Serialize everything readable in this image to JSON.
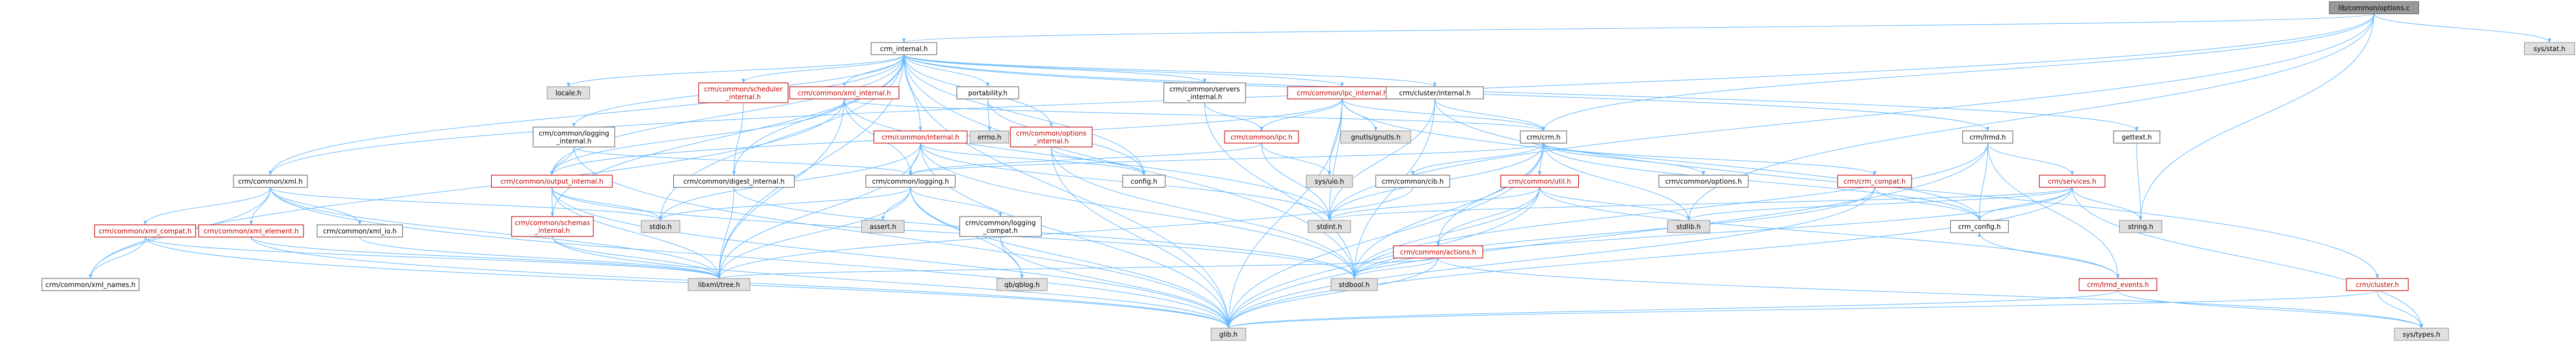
{
  "graph": {
    "title": "lib/common/options.c",
    "colors": {
      "root_fill": "#999999",
      "root_border": "#666666",
      "node_fill": "#ffffff",
      "node_border": "#666666",
      "system_fill": "#e0e0e0",
      "system_border": "#999999",
      "node_text": "#000000",
      "highlight_text": "#c80000",
      "highlight_border": "#c80000",
      "edge": "#63b8ff"
    },
    "nodes": [
      {
        "id": "root",
        "lines": [
          "lib/common/options.c"
        ],
        "style": "root"
      },
      {
        "id": "crm_internal",
        "lines": [
          "crm_internal.h"
        ],
        "style": "normal"
      },
      {
        "id": "sys_stat",
        "lines": [
          "sys/stat.h"
        ],
        "style": "system"
      },
      {
        "id": "locale",
        "lines": [
          "locale.h"
        ],
        "style": "system"
      },
      {
        "id": "scheduler_internal",
        "lines": [
          "crm/common/scheduler",
          "_internal.h"
        ],
        "style": "highlight"
      },
      {
        "id": "xml_internal",
        "lines": [
          "crm/common/xml_internal.h"
        ],
        "style": "highlight"
      },
      {
        "id": "portability",
        "lines": [
          "portability.h"
        ],
        "style": "normal"
      },
      {
        "id": "servers_internal",
        "lines": [
          "crm/common/servers",
          "_internal.h"
        ],
        "style": "normal"
      },
      {
        "id": "ipc_internal",
        "lines": [
          "crm/common/ipc_internal.h"
        ],
        "style": "highlight"
      },
      {
        "id": "cluster_internal",
        "lines": [
          "crm/cluster/internal.h"
        ],
        "style": "normal"
      },
      {
        "id": "logging_internal",
        "lines": [
          "crm/common/logging",
          "_internal.h"
        ],
        "style": "normal"
      },
      {
        "id": "common_internal",
        "lines": [
          "crm/common/internal.h"
        ],
        "style": "highlight"
      },
      {
        "id": "options_internal",
        "lines": [
          "crm/common/options",
          "_internal.h"
        ],
        "style": "highlight"
      },
      {
        "id": "errno",
        "lines": [
          "errno.h"
        ],
        "style": "system"
      },
      {
        "id": "gnutls",
        "lines": [
          "gnutls/gnutls.h"
        ],
        "style": "system"
      },
      {
        "id": "crm_common_ipc",
        "lines": [
          "crm/common/ipc.h"
        ],
        "style": "highlight"
      },
      {
        "id": "crm_h",
        "lines": [
          "crm/crm.h"
        ],
        "style": "normal"
      },
      {
        "id": "lrmd_h",
        "lines": [
          "crm/lrmd.h"
        ],
        "style": "normal"
      },
      {
        "id": "gettext",
        "lines": [
          "gettext.h"
        ],
        "style": "normal"
      },
      {
        "id": "common_xml",
        "lines": [
          "crm/common/xml.h"
        ],
        "style": "normal"
      },
      {
        "id": "output_internal",
        "lines": [
          "crm/common/output_internal.h"
        ],
        "style": "highlight"
      },
      {
        "id": "digest_internal",
        "lines": [
          "crm/common/digest_internal.h"
        ],
        "style": "normal"
      },
      {
        "id": "logging_h",
        "lines": [
          "crm/common/logging.h"
        ],
        "style": "normal"
      },
      {
        "id": "config_h",
        "lines": [
          "config.h"
        ],
        "style": "normal"
      },
      {
        "id": "sys_uio",
        "lines": [
          "sys/uio.h"
        ],
        "style": "system"
      },
      {
        "id": "cib_h",
        "lines": [
          "crm/common/cib.h"
        ],
        "style": "normal"
      },
      {
        "id": "util_h",
        "lines": [
          "crm/common/util.h"
        ],
        "style": "highlight"
      },
      {
        "id": "options_h",
        "lines": [
          "crm/common/options.h"
        ],
        "style": "normal"
      },
      {
        "id": "crm_compat",
        "lines": [
          "crm/crm_compat.h"
        ],
        "style": "highlight"
      },
      {
        "id": "services_h",
        "lines": [
          "crm/services.h"
        ],
        "style": "highlight"
      },
      {
        "id": "cluster_h",
        "lines": [
          "crm/cluster.h"
        ],
        "style": "highlight"
      },
      {
        "id": "xml_compat",
        "lines": [
          "crm/common/xml_compat.h"
        ],
        "style": "highlight"
      },
      {
        "id": "xml_element",
        "lines": [
          "crm/common/xml_element.h"
        ],
        "style": "highlight"
      },
      {
        "id": "xml_io",
        "lines": [
          "crm/common/xml_io.h"
        ],
        "style": "normal"
      },
      {
        "id": "schemas_internal",
        "lines": [
          "crm/common/schemas",
          "_internal.h"
        ],
        "style": "highlight"
      },
      {
        "id": "stdio_h",
        "lines": [
          "stdio.h"
        ],
        "style": "system"
      },
      {
        "id": "assert_h",
        "lines": [
          "assert.h"
        ],
        "style": "system"
      },
      {
        "id": "logging_compat",
        "lines": [
          "crm/common/logging",
          "_compat.h"
        ],
        "style": "normal"
      },
      {
        "id": "stdint_h",
        "lines": [
          "stdint.h"
        ],
        "style": "system"
      },
      {
        "id": "actions_h",
        "lines": [
          "crm/common/actions.h"
        ],
        "style": "highlight"
      },
      {
        "id": "stdlib_h",
        "lines": [
          "stdlib.h"
        ],
        "style": "system"
      },
      {
        "id": "crm_config",
        "lines": [
          "crm_config.h"
        ],
        "style": "normal"
      },
      {
        "id": "string_h",
        "lines": [
          "string.h"
        ],
        "style": "system"
      },
      {
        "id": "xml_names",
        "lines": [
          "crm/common/xml_names.h"
        ],
        "style": "normal"
      },
      {
        "id": "libxml_tree",
        "lines": [
          "libxml/tree.h"
        ],
        "style": "system"
      },
      {
        "id": "qblog",
        "lines": [
          "qb/qblog.h"
        ],
        "style": "system"
      },
      {
        "id": "stdbool",
        "lines": [
          "stdbool.h"
        ],
        "style": "system"
      },
      {
        "id": "lrmd_events",
        "lines": [
          "crm/lrmd_events.h"
        ],
        "style": "highlight"
      },
      {
        "id": "glib_h",
        "lines": [
          "glib.h"
        ],
        "style": "system"
      },
      {
        "id": "sys_types",
        "lines": [
          "sys/types.h"
        ],
        "style": "system"
      }
    ],
    "edges": [
      [
        "root",
        "crm_internal"
      ],
      [
        "root",
        "sys_stat"
      ],
      [
        "root",
        "common_xml"
      ],
      [
        "root",
        "crm_h"
      ],
      [
        "root",
        "stdint_h"
      ],
      [
        "root",
        "string_h"
      ],
      [
        "root",
        "stdlib_h"
      ],
      [
        "crm_internal",
        "locale"
      ],
      [
        "crm_internal",
        "scheduler_internal"
      ],
      [
        "crm_internal",
        "xml_internal"
      ],
      [
        "crm_internal",
        "portability"
      ],
      [
        "crm_internal",
        "servers_internal"
      ],
      [
        "crm_internal",
        "ipc_internal"
      ],
      [
        "crm_internal",
        "cluster_internal"
      ],
      [
        "crm_internal",
        "logging_internal"
      ],
      [
        "crm_internal",
        "common_internal"
      ],
      [
        "crm_internal",
        "options_internal"
      ],
      [
        "crm_internal",
        "output_internal"
      ],
      [
        "crm_internal",
        "digest_internal"
      ],
      [
        "crm_internal",
        "config_h"
      ],
      [
        "crm_internal",
        "gettext"
      ],
      [
        "crm_internal",
        "glib_h"
      ],
      [
        "crm_internal",
        "libxml_tree"
      ],
      [
        "crm_internal",
        "stdio_h"
      ],
      [
        "crm_internal",
        "stdbool"
      ],
      [
        "crm_internal",
        "schemas_internal"
      ],
      [
        "crm_internal",
        "lrmd_h"
      ],
      [
        "crm_internal",
        "common_xml"
      ],
      [
        "scheduler_internal",
        "digest_internal"
      ],
      [
        "xml_internal",
        "xml_names"
      ],
      [
        "xml_internal",
        "output_internal"
      ],
      [
        "xml_internal",
        "logging_h"
      ],
      [
        "xml_internal",
        "libxml_tree"
      ],
      [
        "xml_internal",
        "stdint_h"
      ],
      [
        "xml_internal",
        "crm_h"
      ],
      [
        "portability",
        "errno"
      ],
      [
        "portability",
        "config_h"
      ],
      [
        "servers_internal",
        "crm_common_ipc"
      ],
      [
        "servers_internal",
        "stdbool"
      ],
      [
        "ipc_internal",
        "crm_common_ipc"
      ],
      [
        "ipc_internal",
        "gnutls"
      ],
      [
        "ipc_internal",
        "sys_uio"
      ],
      [
        "ipc_internal",
        "stdint_h"
      ],
      [
        "ipc_internal",
        "glib_h"
      ],
      [
        "ipc_internal",
        "crm_h"
      ],
      [
        "ipc_internal",
        "crm_config"
      ],
      [
        "ipc_internal",
        "output_internal"
      ],
      [
        "cluster_internal",
        "crm_h"
      ],
      [
        "cluster_internal",
        "cluster_h"
      ],
      [
        "cluster_internal",
        "stdint_h"
      ],
      [
        "cluster_internal",
        "stdbool"
      ],
      [
        "logging_internal",
        "output_internal"
      ],
      [
        "logging_internal",
        "glib_h"
      ],
      [
        "logging_internal",
        "logging_h"
      ],
      [
        "common_internal",
        "logging_h"
      ],
      [
        "common_internal",
        "libxml_tree"
      ],
      [
        "common_internal",
        "stdio_h"
      ],
      [
        "common_internal",
        "glib_h"
      ],
      [
        "common_internal",
        "stdbool"
      ],
      [
        "common_internal",
        "stdint_h"
      ],
      [
        "common_internal",
        "config_h"
      ],
      [
        "options_internal",
        "glib_h"
      ],
      [
        "options_internal",
        "stdbool"
      ],
      [
        "options_internal",
        "config_h"
      ],
      [
        "crm_common_ipc",
        "sys_uio"
      ],
      [
        "crm_common_ipc",
        "stdint_h"
      ],
      [
        "crm_common_ipc",
        "logging_h"
      ],
      [
        "crm_h",
        "cib_h"
      ],
      [
        "crm_h",
        "util_h"
      ],
      [
        "crm_h",
        "options_h"
      ],
      [
        "crm_h",
        "crm_compat"
      ],
      [
        "crm_h",
        "actions_h"
      ],
      [
        "crm_h",
        "stdint_h"
      ],
      [
        "crm_h",
        "stdbool"
      ],
      [
        "crm_h",
        "glib_h"
      ],
      [
        "crm_h",
        "crm_config"
      ],
      [
        "crm_h",
        "logging_h"
      ],
      [
        "crm_h",
        "stdlib_h"
      ],
      [
        "lrmd_h",
        "services_h"
      ],
      [
        "lrmd_h",
        "lrmd_events"
      ],
      [
        "lrmd_h",
        "stdbool"
      ],
      [
        "lrmd_h",
        "glib_h"
      ],
      [
        "lrmd_h",
        "crm_config"
      ],
      [
        "gettext",
        "string_h"
      ],
      [
        "common_xml",
        "xml_compat"
      ],
      [
        "common_xml",
        "xml_element"
      ],
      [
        "common_xml",
        "xml_io"
      ],
      [
        "common_xml",
        "xml_names"
      ],
      [
        "common_xml",
        "stdio_h"
      ],
      [
        "common_xml",
        "libxml_tree"
      ],
      [
        "common_xml",
        "glib_h"
      ],
      [
        "output_internal",
        "stdio_h"
      ],
      [
        "output_internal",
        "libxml_tree"
      ],
      [
        "output_internal",
        "glib_h"
      ],
      [
        "output_internal",
        "stdbool"
      ],
      [
        "output_internal",
        "schemas_internal"
      ],
      [
        "digest_internal",
        "libxml_tree"
      ],
      [
        "digest_internal",
        "stdbool"
      ],
      [
        "logging_h",
        "stdio_h"
      ],
      [
        "logging_h",
        "assert_h"
      ],
      [
        "logging_h",
        "logging_compat"
      ],
      [
        "logging_h",
        "qblog"
      ],
      [
        "logging_h",
        "glib_h"
      ],
      [
        "logging_h",
        "libxml_tree"
      ],
      [
        "cib_h",
        "libxml_tree"
      ],
      [
        "util_h",
        "stdint_h"
      ],
      [
        "util_h",
        "stdbool"
      ],
      [
        "util_h",
        "glib_h"
      ],
      [
        "util_h",
        "actions_h"
      ],
      [
        "util_h",
        "lrmd_events"
      ],
      [
        "util_h",
        "stdlib_h"
      ],
      [
        "crm_compat",
        "crm_config"
      ],
      [
        "crm_compat",
        "glib_h"
      ],
      [
        "crm_compat",
        "stdbool"
      ],
      [
        "services_h",
        "stdint_h"
      ],
      [
        "services_h",
        "stdlib_h"
      ],
      [
        "services_h",
        "string_h"
      ],
      [
        "services_h",
        "stdbool"
      ],
      [
        "services_h",
        "glib_h"
      ],
      [
        "services_h",
        "sys_types"
      ],
      [
        "services_h",
        "crm_config"
      ],
      [
        "cluster_h",
        "glib_h"
      ],
      [
        "cluster_h",
        "sys_types"
      ],
      [
        "xml_compat",
        "xml_names"
      ],
      [
        "xml_compat",
        "libxml_tree"
      ],
      [
        "xml_compat",
        "glib_h"
      ],
      [
        "xml_element",
        "libxml_tree"
      ],
      [
        "xml_element",
        "glib_h"
      ],
      [
        "xml_io",
        "libxml_tree"
      ],
      [
        "schemas_internal",
        "libxml_tree"
      ],
      [
        "schemas_internal",
        "glib_h"
      ],
      [
        "logging_compat",
        "qblog"
      ],
      [
        "logging_compat",
        "glib_h"
      ],
      [
        "actions_h",
        "libxml_tree"
      ],
      [
        "actions_h",
        "glib_h"
      ],
      [
        "actions_h",
        "stdbool"
      ],
      [
        "actions_h",
        "sys_types"
      ],
      [
        "lrmd_events",
        "glib_h"
      ],
      [
        "lrmd_events",
        "sys_types"
      ],
      [
        "lrmd_events",
        "crm_config"
      ]
    ]
  }
}
